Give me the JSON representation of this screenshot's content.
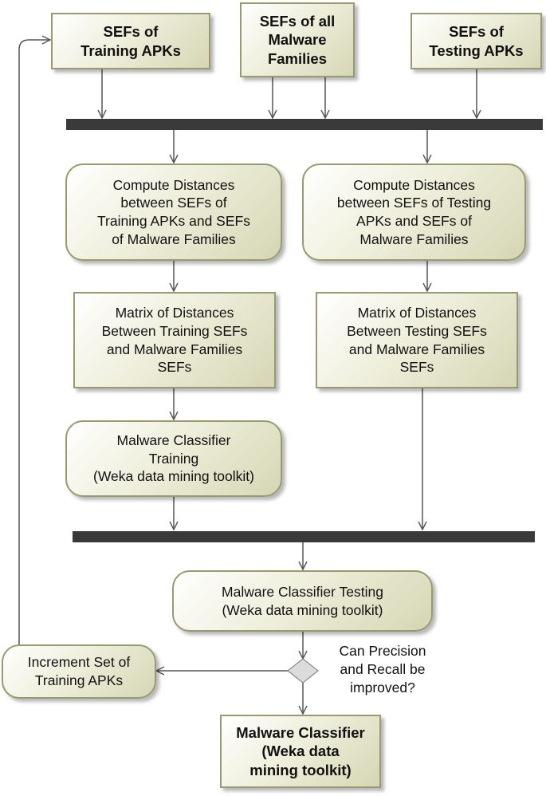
{
  "inputs": {
    "training": "SEFs of\nTraining APKs",
    "all_families": "SEFs of all\nMalware\nFamilies",
    "testing": "SEFs of\nTesting APKs"
  },
  "steps": {
    "compute_training": "Compute Distances\nbetween SEFs of\nTraining APKs and SEFs\nof Malware Families",
    "compute_testing": "Compute Distances\nbetween SEFs of Testing\nAPKs and SEFs of\nMalware Families",
    "matrix_training": "Matrix of Distances\nBetween Training SEFs\nand Malware Families\nSEFs",
    "matrix_testing": "Matrix of Distances\nBetween Testing SEFs\nand Malware Families\nSEFs",
    "classifier_training": "Malware Classifier\nTraining\n(Weka data mining toolkit)",
    "classifier_testing": "Malware Classifier Testing\n(Weka data mining toolkit)",
    "increment": "Increment Set of\nTraining APKs"
  },
  "decision": {
    "question": "Can Precision\nand Recall be\nimproved?"
  },
  "output": {
    "final": "Malware Classifier\n(Weka data\nmining toolkit)"
  }
}
